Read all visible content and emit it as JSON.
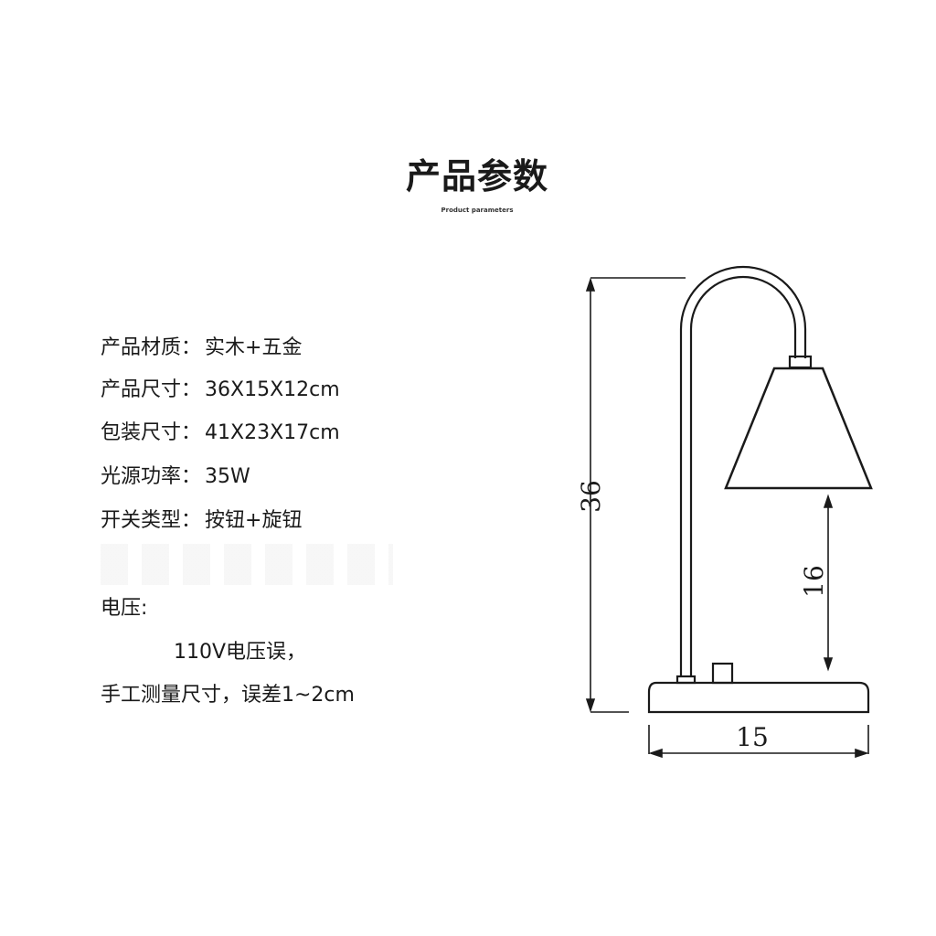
{
  "header": {
    "title": "产品参数",
    "subtitle": "Product parameters"
  },
  "specs": [
    {
      "label": "产品材质：",
      "value": "实木+五金"
    },
    {
      "label": "产品尺寸：",
      "value": "36X15X12cm"
    },
    {
      "label": "包装尺寸：",
      "value": "41X23X17cm"
    },
    {
      "label": "光源功率：",
      "value": "35W"
    },
    {
      "label": "开关类型：",
      "value": "按钮+旋钮"
    }
  ],
  "voltage": {
    "label": "电压:",
    "value": "110V电压误，"
  },
  "note": "手工测量尺寸，误差1~2cm",
  "diagram": {
    "height_label": "36",
    "shade_clearance_label": "16",
    "base_width_label": "15",
    "line_color": "#1a1a1a"
  }
}
